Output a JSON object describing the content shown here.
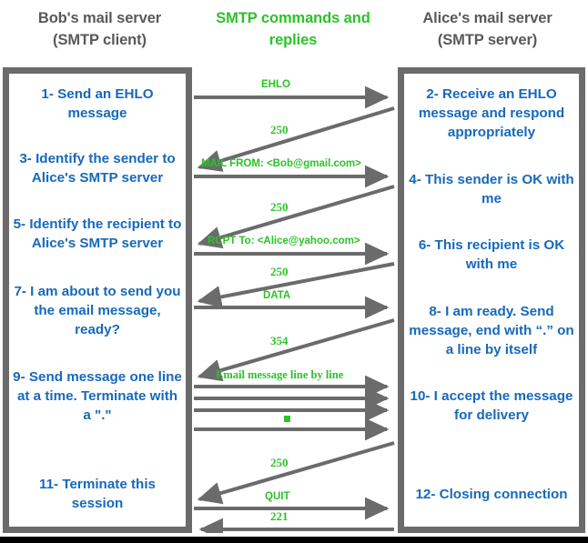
{
  "headers": {
    "left": {
      "line1": "Bob's mail server",
      "line2": "(SMTP client)",
      "color": "#595959"
    },
    "middle": {
      "line1": "SMTP commands and",
      "line2": "replies",
      "color": "#2cc229"
    },
    "right": {
      "line1": "Alice's mail server",
      "line2": "(SMTP server)",
      "color": "#595959"
    }
  },
  "colors": {
    "blue_text": "#1669bb",
    "green_text": "#2cc229",
    "gray_header": "#595959",
    "panel_border": "#6b6b6b",
    "arrow": "#6b6b6b",
    "background": "#ffffff",
    "bottom_strip": "#000000"
  },
  "left_steps": [
    {
      "id": 1,
      "text": "1- Send an EHLO message"
    },
    {
      "id": 3,
      "text": "3- Identify the sender to Alice's SMTP server"
    },
    {
      "id": 5,
      "text": "5- Identify the recipient to Alice's SMTP server"
    },
    {
      "id": 7,
      "text": "7- I am about to send you the email message, ready?"
    },
    {
      "id": 9,
      "text": "9- Send message one line at a time. Terminate with a \".\""
    },
    {
      "id": 11,
      "text": "11- Terminate this session"
    }
  ],
  "right_steps": [
    {
      "id": 2,
      "text": "2- Receive an EHLO message and respond appropriately"
    },
    {
      "id": 4,
      "text": "4- This sender is OK with me"
    },
    {
      "id": 6,
      "text": "6- This recipient is OK with me"
    },
    {
      "id": 8,
      "text": "8-  I am ready. Send message, end with “.” on a line by itself"
    },
    {
      "id": 10,
      "text": "10-  I accept the message for delivery"
    },
    {
      "id": 12,
      "text": "12-  Closing connection"
    }
  ],
  "messages": [
    {
      "label": "EHLO",
      "direction": "client-to-server",
      "style": "horizontal"
    },
    {
      "label": "250",
      "direction": "server-to-client",
      "style": "diagonal"
    },
    {
      "label": "MAIL FROM: <Bob@gmail.com>",
      "direction": "client-to-server",
      "style": "horizontal"
    },
    {
      "label": "250",
      "direction": "server-to-client",
      "style": "diagonal"
    },
    {
      "label": "RCPT To: <Alice@yahoo.com>",
      "direction": "client-to-server",
      "style": "horizontal"
    },
    {
      "label": "250",
      "direction": "server-to-client",
      "style": "diagonal"
    },
    {
      "label": "DATA",
      "direction": "client-to-server",
      "style": "horizontal"
    },
    {
      "label": "354",
      "direction": "server-to-client",
      "style": "diagonal"
    },
    {
      "label": "Email message line by line",
      "direction": "client-to-server",
      "style": "horizontal"
    },
    {
      "label": "",
      "direction": "client-to-server",
      "style": "horizontal"
    },
    {
      "label": "",
      "direction": "client-to-server",
      "style": "horizontal"
    },
    {
      "label": ".",
      "direction": "client-to-server",
      "style": "horizontal"
    },
    {
      "label": "250",
      "direction": "server-to-client",
      "style": "diagonal"
    },
    {
      "label": "QUIT",
      "direction": "client-to-server",
      "style": "horizontal"
    },
    {
      "label": "221",
      "direction": "server-to-client",
      "style": "horizontal"
    }
  ]
}
